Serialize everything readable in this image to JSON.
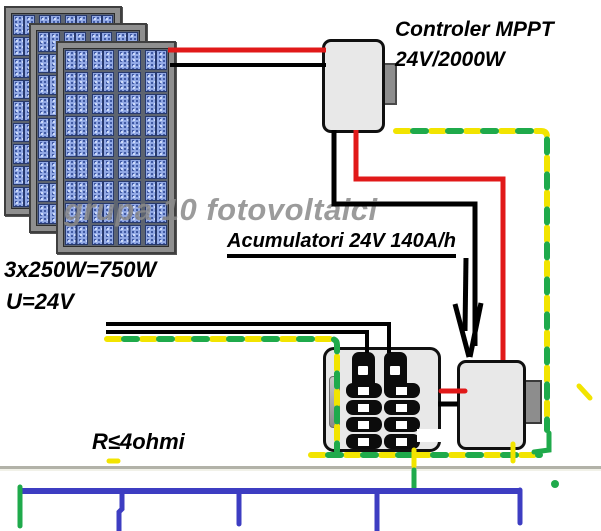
{
  "watermark": "grupa 10 fotovoltaici",
  "labels": {
    "controller_line1": "Controler MPPT",
    "controller_line2": "24V/2000W",
    "array_power": "3x250W=750W",
    "array_voltage": "U=24V",
    "battery": "Acumulatori 24V 140A/h",
    "load_resistance": "R≤4ohmi"
  },
  "components": [
    {
      "name": "solar-panel-array",
      "panels": 3
    },
    {
      "name": "mppt-controller"
    },
    {
      "name": "battery-bank"
    },
    {
      "name": "battery"
    },
    {
      "name": "load-bus"
    }
  ],
  "colors": {
    "wire_positive": "#e11919",
    "wire_negative": "#000000",
    "dash_yellow": "#f2e400",
    "dash_green": "#1faa4b",
    "bus_blue": "#3d3dc2",
    "panel_cell_blue": "#93aae6",
    "box_fill": "#e8e8e8",
    "watermark_gray": "#8a8a8a"
  }
}
